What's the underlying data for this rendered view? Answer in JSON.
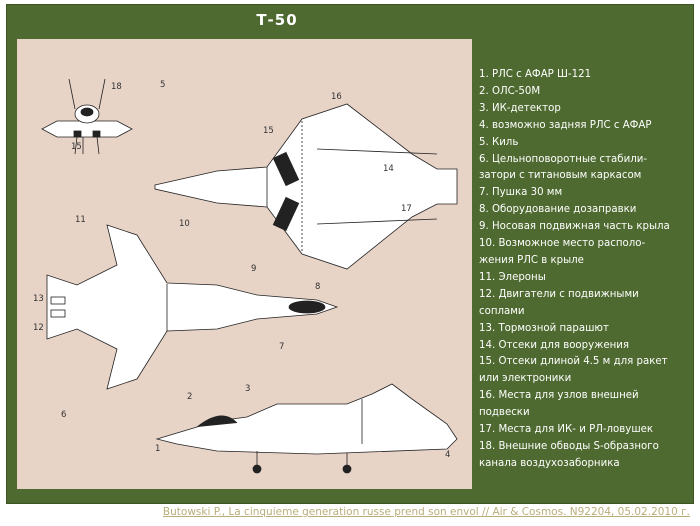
{
  "title": "Т-50",
  "callout_numbers": [
    "1",
    "2",
    "3",
    "4",
    "5",
    "6",
    "7",
    "8",
    "9",
    "10",
    "11",
    "12",
    "13",
    "14",
    "15",
    "16",
    "17",
    "18"
  ],
  "legend": [
    "1. РЛС с АФАР Ш-121",
    "2. ОЛС-50М",
    "3. ИК-детектор",
    "4. возможно задняя РЛС с АФАР",
    "5. Киль",
    "6. Цельноповоротные стабили-",
    "затори с титановым каркасом",
    "7. Пушка 30 мм",
    "8. Оборудование дозаправки",
    "9. Носовая подвижная часть крыла",
    "10. Возможное место располо-",
    "жения РЛС в крыле",
    "11. Элероны",
    "12. Двигатели с подвижными",
    "соплами",
    "13. Тормозной парашют",
    "14. Отсеки для вооружения",
    "15. Отсеки длиной 4.5 м  для ракет",
    "или электроники",
    "16. Места для узлов внешней",
    "подвески",
    "17. Места для ИК- и РЛ-ловушек",
    "18. Внешние обводы S-образного",
    "канала воздухозаборника"
  ],
  "caption": "Butowski P., La cinquieme generation russe prend son envol // Air & Cosmos. N92204, 05.02.2010 г.",
  "colors": {
    "frame": "#4e6a30",
    "panel": "#e8d3c7",
    "caption": "#b9ad7a",
    "text": "#ffffff"
  }
}
